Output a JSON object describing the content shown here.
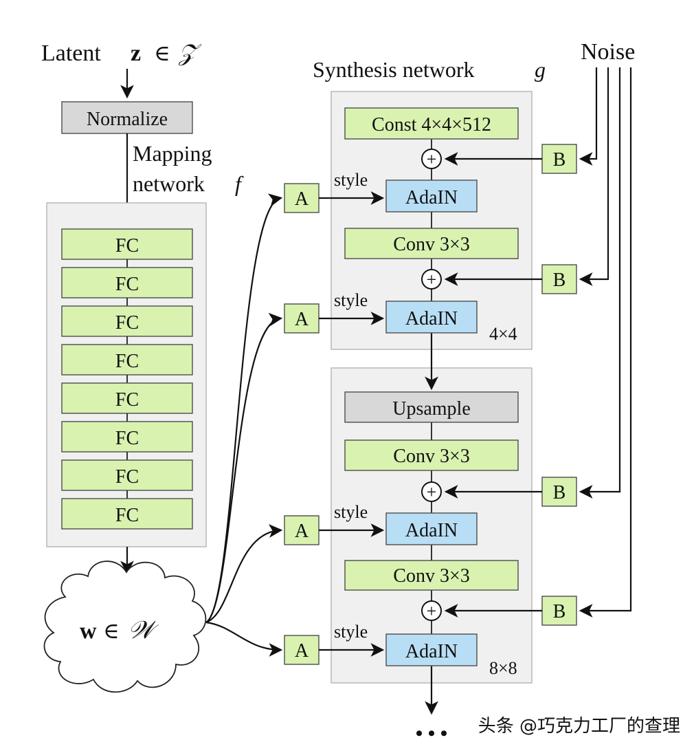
{
  "latent_label": "Latent",
  "latent_var": "z",
  "latent_space": "𝒵",
  "elem_symbol": "∈",
  "normalize_label": "Normalize",
  "mapping_label_1": "Mapping",
  "mapping_label_2": "network",
  "mapping_var": "f",
  "fc_label": "FC",
  "fc_count": 8,
  "w_var": "w",
  "w_space": "𝒲",
  "synthesis_label": "Synthesis network",
  "synthesis_var": "g",
  "noise_label": "Noise",
  "const_label": "Const 4×4×512",
  "adain_label": "AdaIN",
  "conv_label": "Conv 3×3",
  "upsample_label": "Upsample",
  "style_label": "style",
  "a_label": "A",
  "b_label": "B",
  "plus_symbol": "+",
  "res_4_label": "4×4",
  "res_8_label": "8×8",
  "ellipsis": "• • •",
  "watermark": "头条 @巧克力工厂的查理",
  "colors": {
    "fc_green": "#d9f2b0",
    "adain_blue": "#b8def5",
    "neutral_gray": "#d8d8d8",
    "panel_gray": "#f0f0f0"
  }
}
